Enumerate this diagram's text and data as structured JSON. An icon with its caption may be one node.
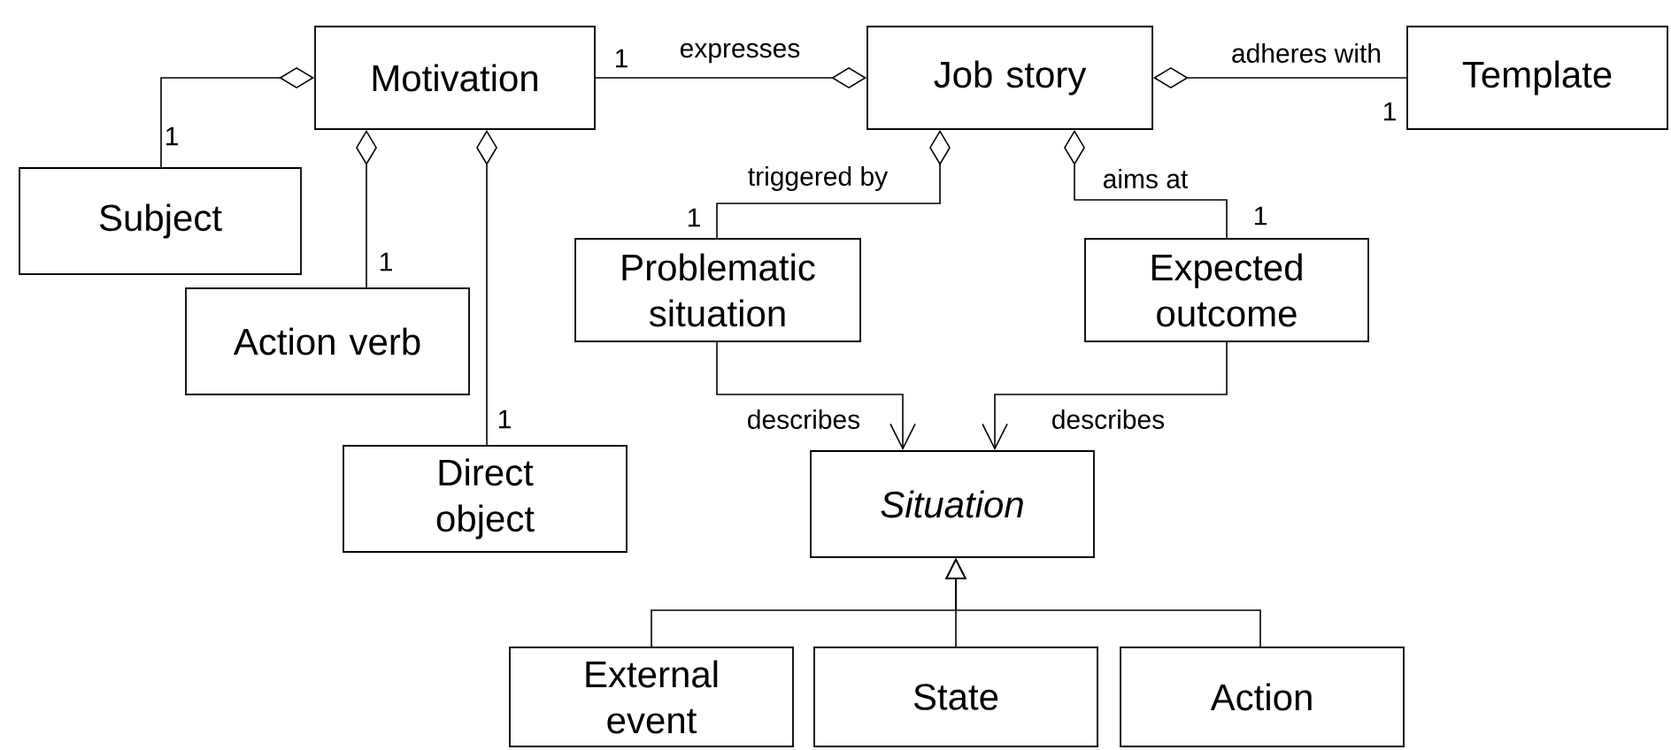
{
  "diagram": {
    "nodes": [
      {
        "text": [
          "Motivation"
        ]
      },
      {
        "text": [
          "Job story"
        ]
      },
      {
        "text": [
          "Template"
        ]
      },
      {
        "text": [
          "Subject"
        ]
      },
      {
        "text": [
          "Action verb"
        ]
      },
      {
        "text": [
          "Problematic situation"
        ]
      },
      {
        "text": [
          "Expected outcome"
        ]
      },
      {
        "text": [
          "Direct object"
        ]
      },
      {
        "text": [
          "Situation"
        ]
      },
      {
        "text": [
          "External event"
        ]
      },
      {
        "text": [
          "State"
        ]
      },
      {
        "text": [
          "Action"
        ]
      }
    ],
    "edges": [
      {
        "from": 3,
        "to": 0,
        "arrow": "other"
      },
      {
        "from": 4,
        "to": 0,
        "arrow": "other"
      },
      {
        "from": 7,
        "to": 0,
        "arrow": "other"
      },
      {
        "from": 0,
        "to": 1,
        "arrow": "other",
        "label": "expresses"
      },
      {
        "from": 2,
        "to": 1,
        "arrow": "other",
        "label": "adheres with"
      },
      {
        "from": 5,
        "to": 1,
        "arrow": "other",
        "label": "triggered by"
      },
      {
        "from": 6,
        "to": 1,
        "arrow": "other",
        "label": "aims at"
      },
      {
        "from": 5,
        "to": 8,
        "arrow": "to",
        "label": "describes"
      },
      {
        "from": 6,
        "to": 8,
        "arrow": "to",
        "label": "describes"
      },
      {
        "from": 9,
        "to": 8,
        "arrow": "to"
      },
      {
        "from": 10,
        "to": 8,
        "arrow": "to"
      },
      {
        "from": 11,
        "to": 8,
        "arrow": "to"
      }
    ],
    "labels": [
      "1",
      "1",
      "1",
      "1",
      "1",
      "1",
      "1"
    ]
  }
}
